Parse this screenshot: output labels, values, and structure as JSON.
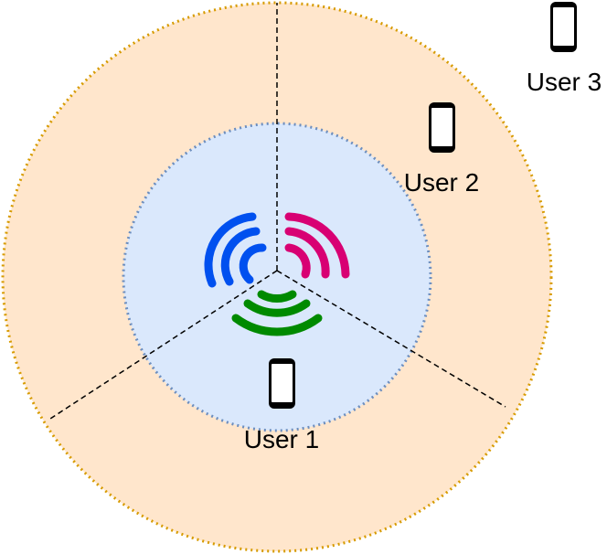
{
  "colors": {
    "outer_fill": "#ffe6cc",
    "outer_border": "#d79b00",
    "inner_fill": "#dae8fc",
    "inner_border": "#6c8ebf",
    "sector_lines": "#000000",
    "beam_blue": "#0050ef",
    "beam_magenta": "#d80073",
    "beam_green": "#008a00",
    "phone_body": "#000000",
    "phone_screen": "#ffffff"
  },
  "icons": {
    "base_station": "wireless-signal-icon",
    "device": "smartphone-icon"
  },
  "users": [
    {
      "label": "User 1"
    },
    {
      "label": "User 2"
    },
    {
      "label": "User 3"
    }
  ]
}
